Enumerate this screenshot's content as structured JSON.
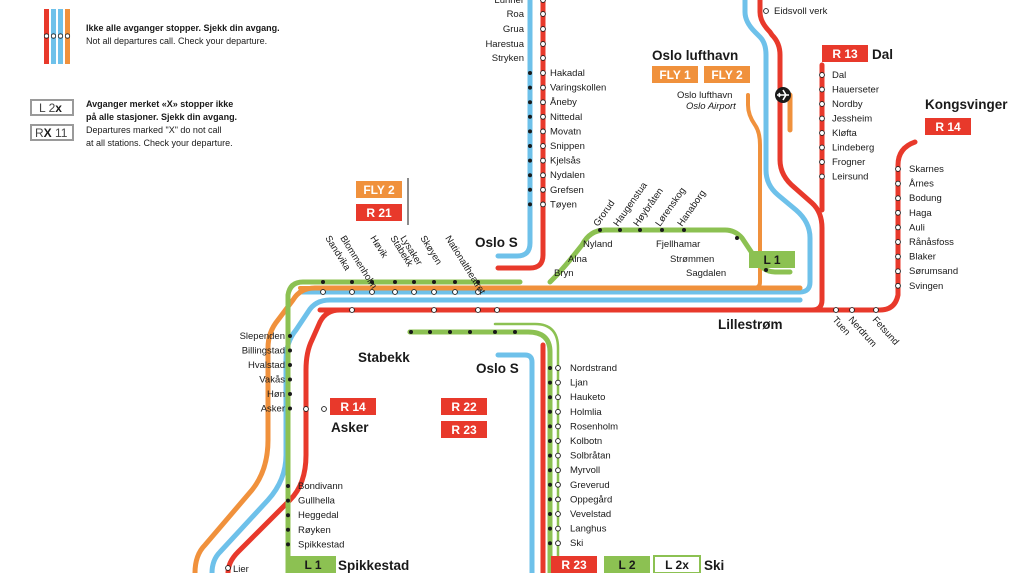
{
  "legend": {
    "skip_no_bold": "Ikke alle avganger stopper. Sjekk din avgang.",
    "skip_en": "Not all departures call. Check your departure.",
    "x_no_bold_1": "Avganger merket «X» stopper ikke",
    "x_no_bold_2": "på alle stasjoner. Sjekk din avgang.",
    "x_en_1": "Departures marked \"X\" do not call",
    "x_en_2": "at all stations. Check your departure.",
    "badge_l2x_a": "L 2",
    "badge_l2x_b": "x",
    "badge_rx11_a": "R",
    "badge_rx11_b": "X",
    "badge_rx11_c": " 11"
  },
  "colors": {
    "red": "#E8392B",
    "orange": "#F0913C",
    "blue": "#6EC1EA",
    "green": "#8CC152",
    "white": "#FFFFFF"
  },
  "hubs": {
    "oslo_lufthavn": "Oslo lufthavn",
    "oslo_s_top": "Oslo S",
    "oslo_s_bottom": "Oslo S",
    "lillestrom": "Lillestrøm",
    "stabekk": "Stabekk",
    "asker": "Asker",
    "kongsvinger": "Kongsvinger",
    "dal": "Dal",
    "spikkestad": "Spikkestad",
    "ski": "Ski"
  },
  "badges": {
    "fly1": "FLY 1",
    "fly2_airport": "FLY 2",
    "fly2_west": "FLY 2",
    "r21": "R 21",
    "r13": "R 13",
    "r14_kongsvinger": "R 14",
    "r14_asker": "R 14",
    "l1_east": "L 1",
    "l1_spikkestad": "L 1",
    "r22": "R 22",
    "r23_mid": "R 23",
    "r23_ski": "R 23",
    "l2_ski": "L 2",
    "l2x_ski": "L 2x"
  },
  "airport": {
    "name": "Oslo lufthavn",
    "name_en": "Oslo Airport"
  },
  "stations": {
    "north_line": [
      "Lunner",
      "Roa",
      "Grua",
      "Harestua",
      "Stryken"
    ],
    "grorud_line": [
      "Hakadal",
      "Varingskollen",
      "Åneby",
      "Nittedal",
      "Movatn",
      "Snippen",
      "Kjelsås",
      "Nydalen",
      "Grefsen",
      "Tøyen"
    ],
    "top_right": "Eidsvoll verk",
    "dal_line": [
      "Dal",
      "Hauerseter",
      "Nordby",
      "Jessheim",
      "Kløfta",
      "Lindeberg",
      "Frogner",
      "Leirsund"
    ],
    "kongsvinger_line": [
      "Skarnes",
      "Årnes",
      "Bodung",
      "Haga",
      "Auli",
      "Rånåsfoss",
      "Blaker",
      "Sørumsand",
      "Svingen"
    ],
    "tuen_line": [
      "Tuen",
      "Nerdrum",
      "Fetsund"
    ],
    "l1_east": [
      "Nyland",
      "Alna",
      "Bryn",
      "Fjellhamar",
      "Strømmen",
      "Sagdalen"
    ],
    "l1_east_diag": [
      "Grorud",
      "Haugenstua",
      "Høybråten",
      "Lørenskog",
      "Hanaborg"
    ],
    "west_diag": [
      "Sandvika",
      "Blommenholm",
      "Høvik",
      "Stabekk",
      "Lysaker",
      "Skøyen",
      "Nationaltheatret"
    ],
    "asker_line": [
      "Slependen",
      "Billingstad",
      "Hvalstad",
      "Vakås",
      "Høn",
      "Asker"
    ],
    "spikkestad_line": [
      "Bondivann",
      "Gullhella",
      "Heggedal",
      "Røyken",
      "Spikkestad"
    ],
    "ski_line": [
      "Nordstrand",
      "Ljan",
      "Hauketo",
      "Holmlia",
      "Rosenholm",
      "Kolbotn",
      "Solbråtan",
      "Myrvoll",
      "Greverud",
      "Oppegård",
      "Vevelstad",
      "Langhus",
      "Ski"
    ],
    "lier": "Lier"
  }
}
